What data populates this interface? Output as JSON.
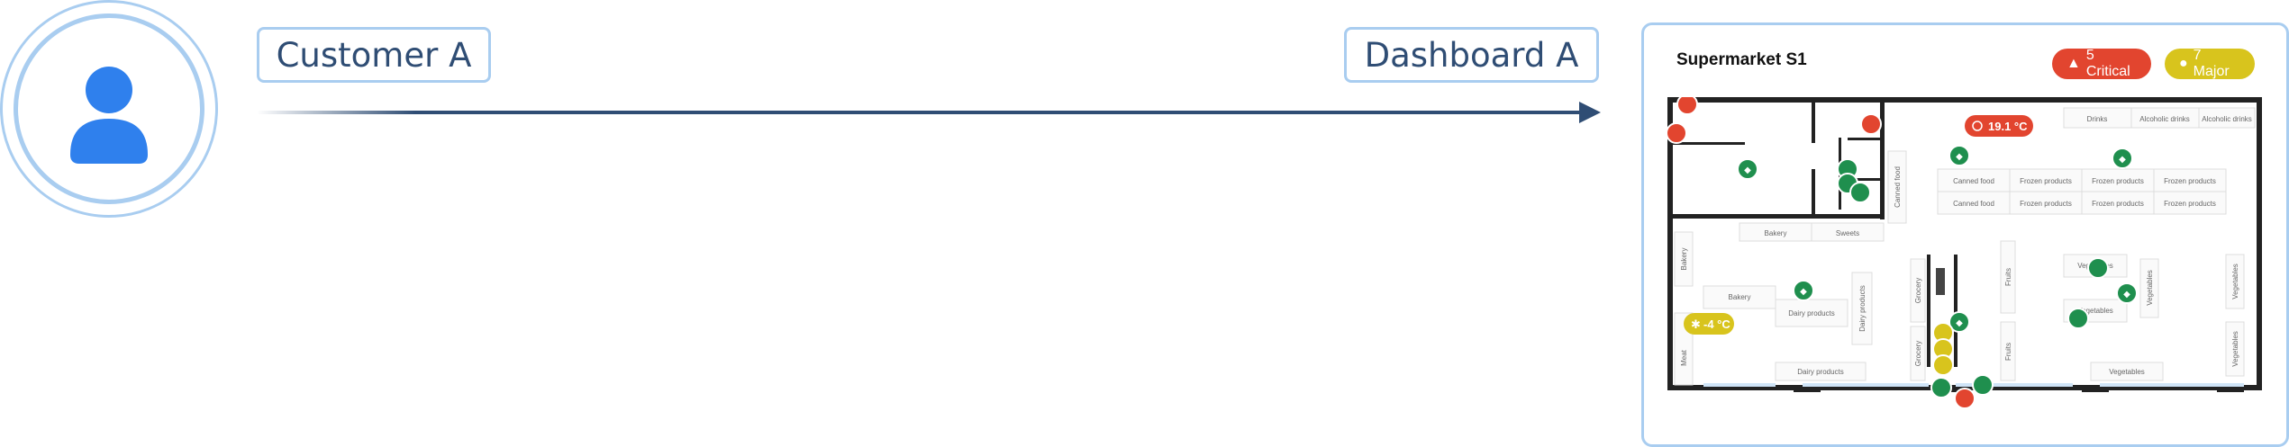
{
  "customer": {
    "label": "Customer A"
  },
  "dashboard": {
    "label": "Dashboard A"
  },
  "store": {
    "title": "Supermarket S1",
    "critical_badge": "5 Critical",
    "major_badge": "7 Major",
    "temp_alert_hot": "19.1 °C",
    "temp_alert_cold": "-4 °C",
    "sections": {
      "drinks": "Drinks",
      "alcoholic": "Alcoholic drinks",
      "canned": "Canned food",
      "frozen": "Frozen products",
      "bakery": "Bakery",
      "sweets": "Sweets",
      "dairy": "Dairy products",
      "grocery": "Grocery",
      "fruits": "Fruits",
      "vegetables": "Vegetables",
      "meat": "Meat"
    }
  },
  "colors": {
    "accent": "#2f4d74",
    "outline": "#a9cdf0",
    "critical": "#e2452f",
    "major": "#d8c41d",
    "ok": "#1f8f4e",
    "person": "#2f80ed"
  }
}
